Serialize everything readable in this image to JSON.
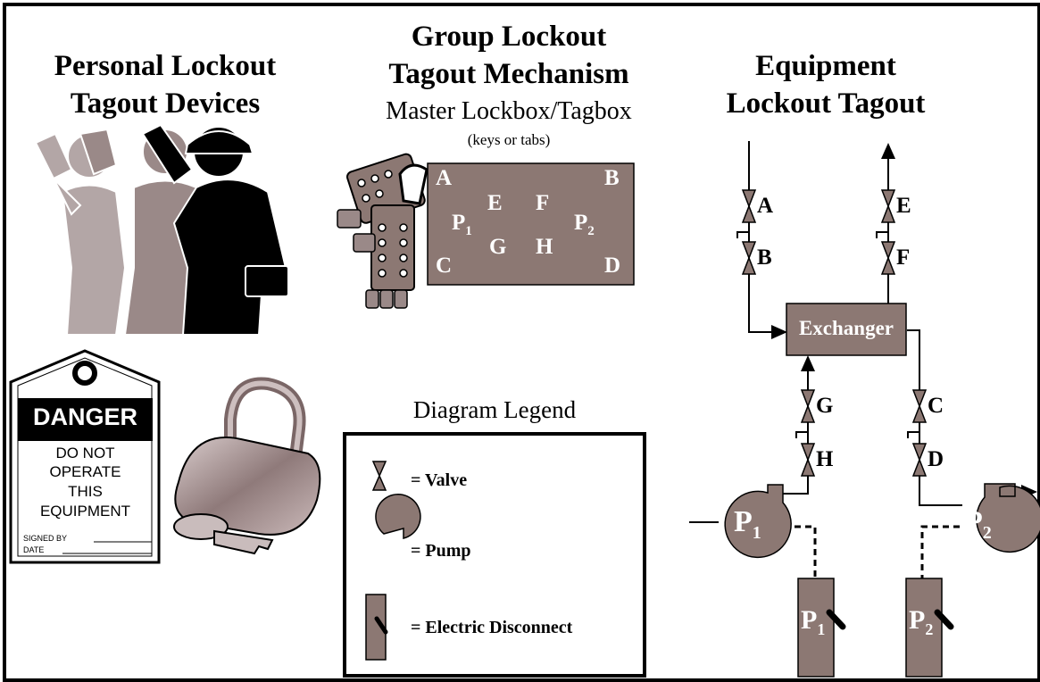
{
  "headings": {
    "personal_line1": "Personal Lockout",
    "personal_line2": "Tagout Devices",
    "group_line1": "Group Lockout",
    "group_line2": "Tagout Mechanism",
    "group_sub": "Master Lockbox/Tagbox",
    "group_note": "(keys or tabs)",
    "equipment_line1": "Equipment",
    "equipment_line2": "Lockout Tagout"
  },
  "lockbox": {
    "letters": [
      "A",
      "B",
      "C",
      "D",
      "E",
      "F",
      "G",
      "H"
    ],
    "p1": "P",
    "p1_sub": "1",
    "p2": "P",
    "p2_sub": "2"
  },
  "tag": {
    "header": "DANGER",
    "line1": "DO NOT",
    "line2": "OPERATE",
    "line3": "THIS",
    "line4": "EQUIPMENT",
    "signed": "SIGNED BY",
    "date": "DATE"
  },
  "legend": {
    "title": "Diagram Legend",
    "valve": "= Valve",
    "pump": "= Pump",
    "disconnect": "= Electric Disconnect"
  },
  "diagram": {
    "exchanger": "Exchanger",
    "valves": [
      "A",
      "B",
      "E",
      "F",
      "G",
      "H",
      "C",
      "D"
    ],
    "pump1": "P",
    "pump1_sub": "1",
    "pump2": "P",
    "pump2_sub": "2",
    "disc1": "P",
    "disc1_sub": "1",
    "disc2": "P",
    "disc2_sub": "2"
  },
  "colors": {
    "equipment_fill": "#8c7873",
    "figure_light": "#b3a6a6",
    "figure_mid": "#9a8988"
  }
}
